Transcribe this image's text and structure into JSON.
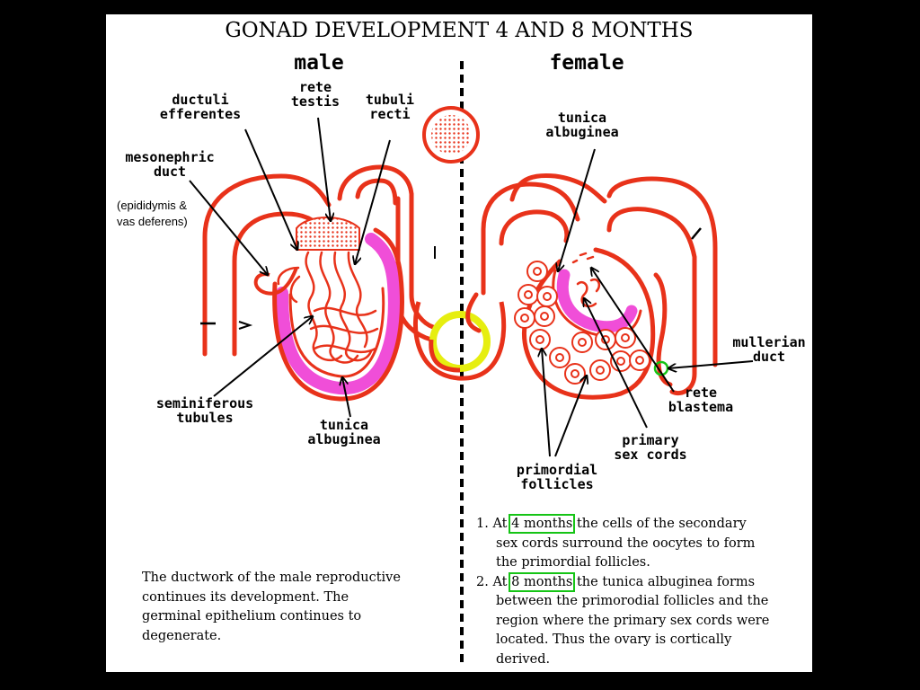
{
  "title": "GONAD DEVELOPMENT 4 AND 8 MONTHS",
  "colors": {
    "wall": "#e8321a",
    "tunica": "#f04ed8",
    "highlight": "#15c415",
    "ring": "#e6ee10",
    "duct_dot": "#f7cfc9"
  },
  "male": {
    "heading": "male",
    "labels": {
      "ductuli_1": "ductuli",
      "ductuli_2": "efferentes",
      "rete_1": "rete",
      "rete_2": "testis",
      "tubuli_1": "tubuli",
      "tubuli_2": "recti",
      "meso_1": "mesonephric",
      "meso_2": "duct",
      "meso_note_1": "(epididymis &",
      "meso_note_2": "vas deferens)",
      "semi_1": "seminiferous",
      "semi_2": "tubules",
      "tunica_1": "tunica",
      "tunica_2": "albuginea"
    },
    "paragraph": [
      "The ductwork of the male reproductive",
      "continues its development. The",
      "germinal epithelium continues to",
      "degenerate."
    ]
  },
  "female": {
    "heading": "female",
    "labels": {
      "tunica_1": "tunica",
      "tunica_2": "albuginea",
      "mulle_1": "mullerian",
      "mulle_2": "duct",
      "rete_1": "rete",
      "rete_2": "blastema",
      "primary_1": "primary",
      "primary_2": "sex cords",
      "prim_1": "primordial",
      "prim_2": "follicles"
    },
    "notes": [
      {
        "number": "1.",
        "pre": "At ",
        "highlight": "4 months",
        "post": " the cells of the secondary",
        "lines": [
          "sex cords surround the oocytes to form",
          "the primordial follicles."
        ]
      },
      {
        "number": "2.",
        "pre": "At ",
        "highlight": "8 months",
        "post": " the tunica albuginea forms",
        "lines": [
          "between the primorodial follicles and the",
          "region where the primary sex cords were",
          "located. Thus the ovary is cortically",
          "derived."
        ]
      }
    ]
  }
}
